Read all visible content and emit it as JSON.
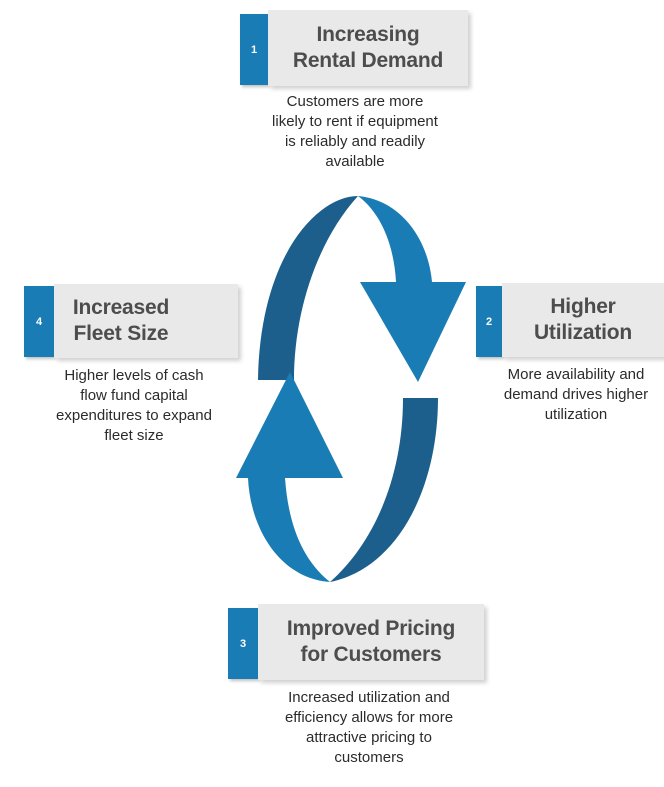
{
  "colors": {
    "accent": "#1a7cb4",
    "arrow_light": "#1a7cb4",
    "arrow_dark": "#1c5f8c",
    "title_bg": "#e9e9e9",
    "title_text": "#4d4d4d"
  },
  "steps": [
    {
      "number": "1",
      "title_lines": [
        "Increasing",
        "Rental Demand"
      ],
      "desc_lines": [
        "Customers are more",
        "likely to rent if equipment",
        "is reliably and readily",
        "available"
      ]
    },
    {
      "number": "2",
      "title_lines": [
        "Higher",
        "Utilization"
      ],
      "desc_lines": [
        "More availability and",
        "demand drives higher",
        "utilization"
      ]
    },
    {
      "number": "3",
      "title_lines": [
        "Improved Pricing",
        "for Customers"
      ],
      "desc_lines": [
        "Increased utilization and",
        "efficiency allows for more",
        "attractive pricing to",
        "customers"
      ]
    },
    {
      "number": "4",
      "title_lines": [
        "Increased",
        "Fleet Size"
      ],
      "desc_lines": [
        "Higher levels of cash",
        "flow fund capital",
        "expenditures to expand",
        "fleet size"
      ]
    }
  ]
}
